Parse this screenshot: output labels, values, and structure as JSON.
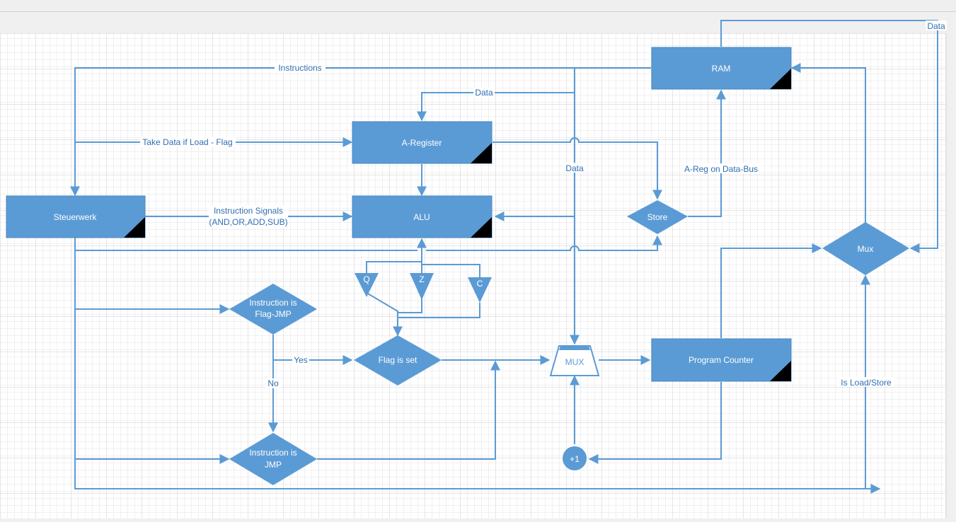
{
  "colors": {
    "shape_fill": "#5b9bd5",
    "connector": "#5b9bd5",
    "label_text": "#2f6fb0",
    "grid_minor": "#e3e3e3",
    "grid_major": "#cdcdcd",
    "page": "#ffffff"
  },
  "nodes": {
    "ram": "RAM",
    "a_register": "A-Register",
    "alu": "ALU",
    "steuerwerk": "Steuerwerk",
    "store": "Store",
    "mux_right": "Mux",
    "flag_q": "Q",
    "flag_z": "Z",
    "flag_c": "C",
    "instr_flag_jmp_line1": "Instruction is",
    "instr_flag_jmp_line2": "Flag-JMP",
    "flag_is_set": "Flag is set",
    "mux_center": "MUX",
    "program_counter": "Program Counter",
    "instr_jmp_line1": "Instruction is",
    "instr_jmp_line2": "JMP",
    "plus_one": "+1"
  },
  "labels": {
    "data_top_right": "Data",
    "instructions": "Instructions",
    "data_upper": "Data",
    "take_data": "Take Data if Load - Flag",
    "data_vertical": "Data",
    "a_reg_on_bus": "A-Reg on Data-Bus",
    "instr_signals_line1": "Instruction Signals",
    "instr_signals_line2": "(AND,OR,ADD,SUB)",
    "yes": "Yes",
    "no": "No",
    "is_load_store": "Is Load/Store"
  }
}
